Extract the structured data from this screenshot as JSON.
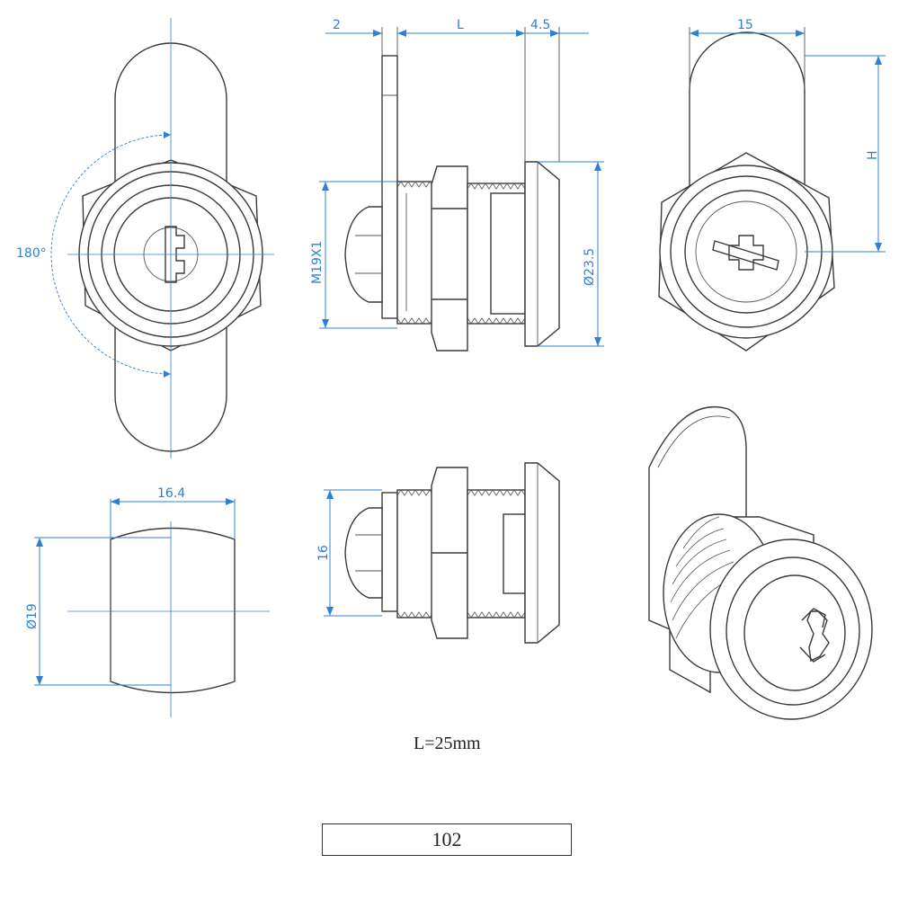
{
  "dimensions": {
    "angle": "180°",
    "flange_thickness": "2",
    "length_symbol": "L",
    "cap_thickness": "4.5",
    "thread_spec": "M19X1",
    "cap_diameter": "Ø23.5",
    "cam_width": "15",
    "height_symbol": "H",
    "cam_flat_width": "16.4",
    "cam_hole_diameter": "Ø19",
    "flat_height": "16"
  },
  "note": "L=25mm",
  "part_number": "102",
  "colors": {
    "dimension": "#2f7fd6",
    "outline": "#3a3a3a"
  }
}
